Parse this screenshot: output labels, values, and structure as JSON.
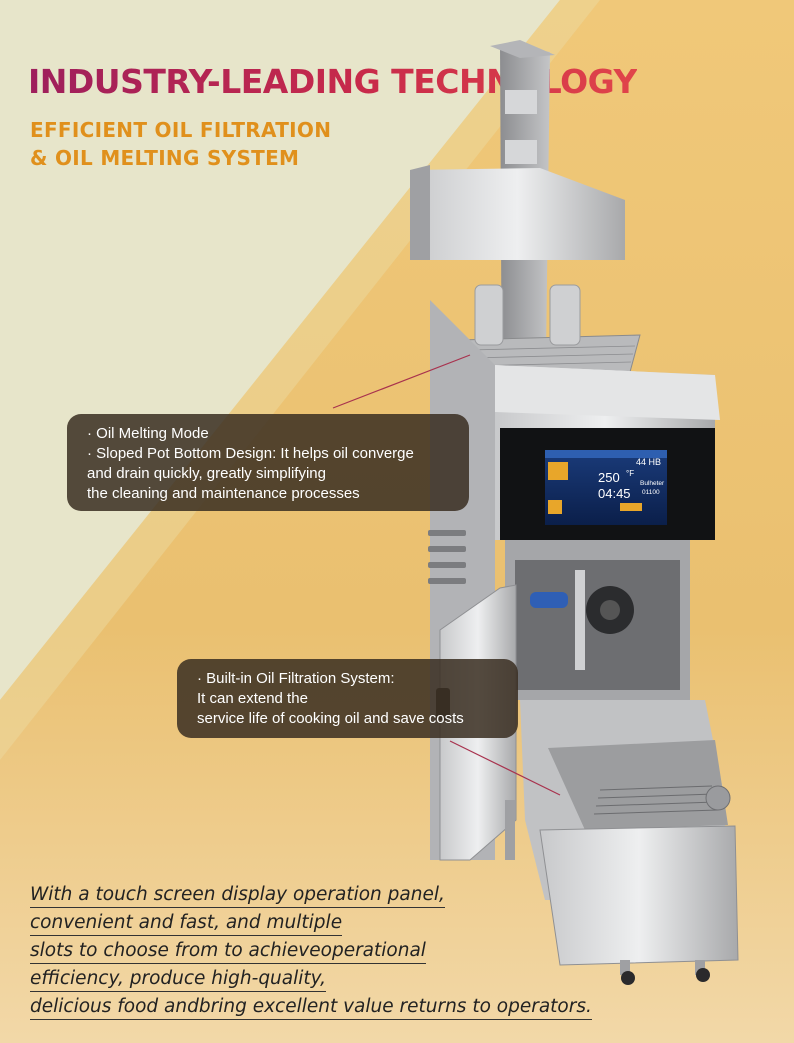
{
  "headline": "INDUSTRY-LEADING TECHNOLOGY",
  "subheadline": {
    "line1": "EFFICIENT OIL FILTRATION",
    "line2": "& OIL MELTING SYSTEM"
  },
  "callouts": [
    {
      "lines": [
        "· Oil Melting Mode",
        "· Sloped Pot Bottom Design: It helps oil converge",
        "and drain quickly, greatly simplifying",
        "the cleaning and maintenance processes"
      ]
    },
    {
      "lines": [
        "· Built-in Oil Filtration System:",
        "It can extend the",
        "service life of cooking oil and save costs"
      ]
    }
  ],
  "screen": {
    "temperature": "250",
    "temperature_unit": "°F",
    "timer": "04:45",
    "count": "44 HB",
    "product": "Bulheter",
    "code": "01100"
  },
  "description_lines": [
    "With a touch screen display operation panel,",
    "convenient and fast, and multiple",
    "slots to choose from to achieveoperational",
    "efficiency, produce high-quality,",
    "delicious food andbring excellent value returns to operators."
  ],
  "colors": {
    "background_cream": "#e6e4c8",
    "background_gold": "#e9be72",
    "headline_magenta": "#9e1f5c",
    "headline_red": "#e0444a",
    "subheadline_orange": "#e0901c",
    "callout_bg": "#3a2e22",
    "accent_line": "#a8324e"
  }
}
